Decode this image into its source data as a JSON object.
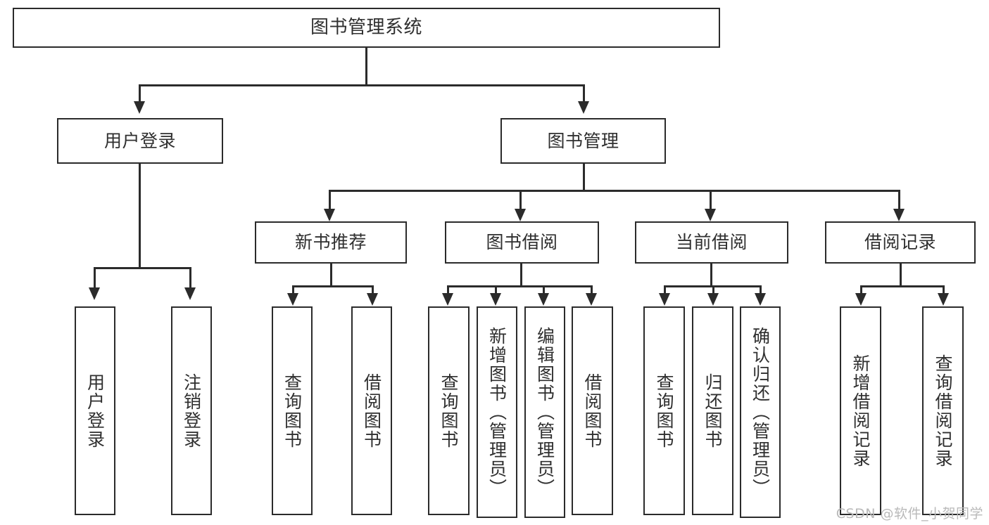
{
  "diagram": {
    "type": "tree-hierarchy-chart",
    "title": "图书管理系统",
    "orientation": "top-down",
    "colors": {
      "box_border": "#2b2b2b",
      "box_fill": "#ffffff",
      "text": "#2f2f2f",
      "connector": "#2b2b2b",
      "background": "#ffffff",
      "watermark": "#b9b9b9"
    },
    "root": {
      "label": "图书管理系统"
    },
    "level2": [
      {
        "label": "用户登录"
      },
      {
        "label": "图书管理"
      }
    ],
    "level3": [
      {
        "label": "新书推荐"
      },
      {
        "label": "图书借阅"
      },
      {
        "label": "当前借阅"
      },
      {
        "label": "借阅记录"
      }
    ],
    "leaves": {
      "user_login": [
        {
          "label": "用户登录"
        },
        {
          "label": "注销登录"
        }
      ],
      "new_book_recommend": [
        {
          "label": "查询图书"
        },
        {
          "label": "借阅图书"
        }
      ],
      "book_borrow": [
        {
          "label": "查询图书"
        },
        {
          "label": "新增图书（管理员）"
        },
        {
          "label": "编辑图书（管理员）"
        },
        {
          "label": "借阅图书"
        }
      ],
      "current_borrow": [
        {
          "label": "查询图书"
        },
        {
          "label": "归还图书"
        },
        {
          "label": "确认归还（管理员）"
        }
      ],
      "borrow_record": [
        {
          "label": "新增借阅记录"
        },
        {
          "label": "查询借阅记录"
        }
      ]
    }
  },
  "watermark": {
    "text": "CSDN @软件_小贺同学"
  }
}
